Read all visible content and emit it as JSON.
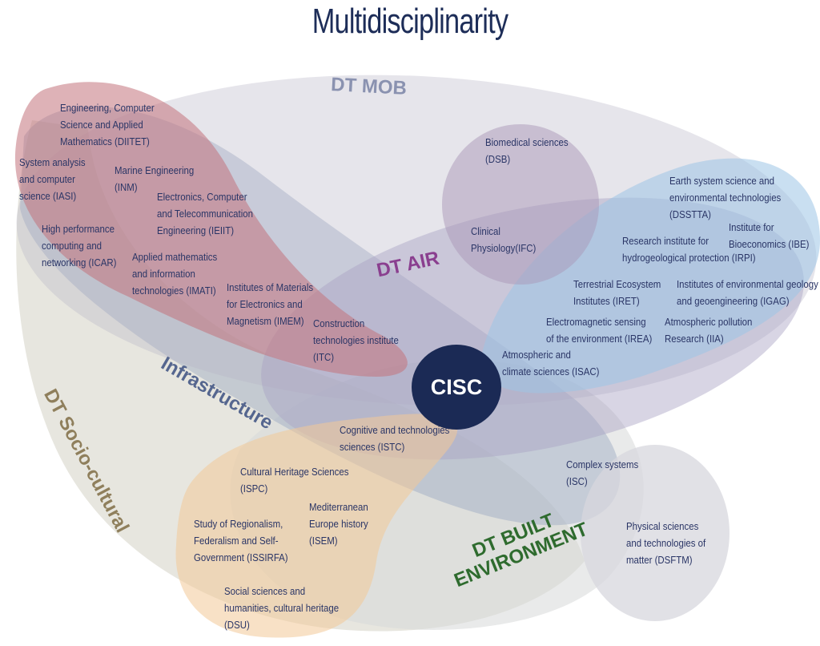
{
  "title": "Multidisciplinarity",
  "center": "CISC",
  "colors": {
    "mob": "#b8b4c6",
    "infra": "#9aa9c0",
    "socio": "#c9c8b7",
    "air": "#a8a2c4",
    "built": "#d7d9d8",
    "red": "#c3727c",
    "blue": "#9cc4e6",
    "orange": "#f2c998",
    "bio": "#a998b8",
    "title": "#1d2d58",
    "label": "#2a3566",
    "center": "#1b2a55",
    "green": "#2e6b2e",
    "brown": "#8f7f5c",
    "purple": "#8a3f8f"
  },
  "groups": {
    "mob": "DT MOB",
    "air": "DT AIR",
    "infra": "Infrastructure",
    "socio": "DT Socio-cultural",
    "built": "DT BUILT\nENVIRONMENT"
  },
  "institutes": {
    "diitet": "Engineering, Computer\nScience and Applied\nMathematics (DIITET)",
    "iasi": "System analysis\nand computer\nscience (IASI)",
    "inm": "Marine Engineering\n(INM)",
    "ieiit": "Electronics, Computer\nand Telecommunication\nEngineering (IEIIT)",
    "icar": "High performance\ncomputing and\nnetworking (ICAR)",
    "imati": "Applied mathematics\nand information\ntechnologies (IMATI)",
    "imem": "Institutes of Materials\nfor Electronics and\nMagnetism (IMEM)",
    "itc": "Construction\ntechnologies institute\n(ITC)",
    "dsb": "Biomedical sciences\n(DSB)",
    "ifc": "Clinical\nPhysiology(IFC)",
    "dsstta": "Earth system science and\nenvironmental technologies\n(DSSTTA)",
    "ibe": "Institute for\nBioeconomics (IBE)",
    "irpi": "Research institute for\nhydrogeological protection (IRPI)",
    "iret": "Terrestrial Ecosystem\nInstitutes (IRET)",
    "igag": "Institutes of environmental geology\nand geoengineering (IGAG)",
    "irea": "Electromagnetic sensing\nof the environment (IREA)",
    "iia": "Atmospheric pollution\nResearch (IIA)",
    "isac": "Atmospheric and\nclimate sciences (ISAC)",
    "istc": "Cognitive and technologies\nsciences (ISTC)",
    "isc": "Complex systems\n(ISC)",
    "dsftm": "Physical sciences\nand technologies of\nmatter (DSFTM)",
    "ispc": "Cultural Heritage Sciences\n(ISPC)",
    "issirfa": "Study of Regionalism,\nFederalism and Self-\nGovernment (ISSIRFA)",
    "isem": "Mediterranean\nEurope history\n(ISEM)",
    "dsu": "Social sciences and\nhumanities, cultural heritage\n(DSU)"
  }
}
